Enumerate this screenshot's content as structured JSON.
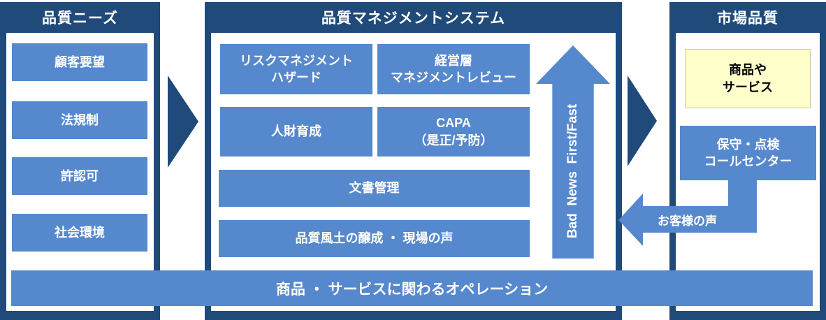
{
  "colors": {
    "navy": "#1F4A7A",
    "blue": "#5688CD",
    "yellow_box": "#FFFFCC",
    "text_white": "#FFFFFF",
    "text_black": "#000000"
  },
  "left_column": {
    "title": "品質ニーズ",
    "items": [
      "顧客要望",
      "法規制",
      "許認可",
      "社会環境"
    ]
  },
  "center_column": {
    "title": "品質マネジメントシステム",
    "box_risk": [
      "リスクマネジメント",
      "ハザード"
    ],
    "box_mgmt": [
      "経営層",
      "マネジメントレビュー"
    ],
    "box_hr": "人財育成",
    "box_capa": [
      "CAPA",
      "（是正/予防）"
    ],
    "box_doc": "文書管理",
    "box_culture": "品質風土の醸成 ・ 現場の声"
  },
  "right_column": {
    "title": "市場品質",
    "box_product": [
      "商品や",
      "サービス"
    ],
    "box_support": [
      "保守・点検",
      "コールセンター"
    ]
  },
  "arrows": {
    "bad_news_label": "Bad  News  First/Fast",
    "voice_label": "お客様の声"
  },
  "bottom_bar": {
    "label": "商品 ・ サービスに関わるオペレーション"
  }
}
